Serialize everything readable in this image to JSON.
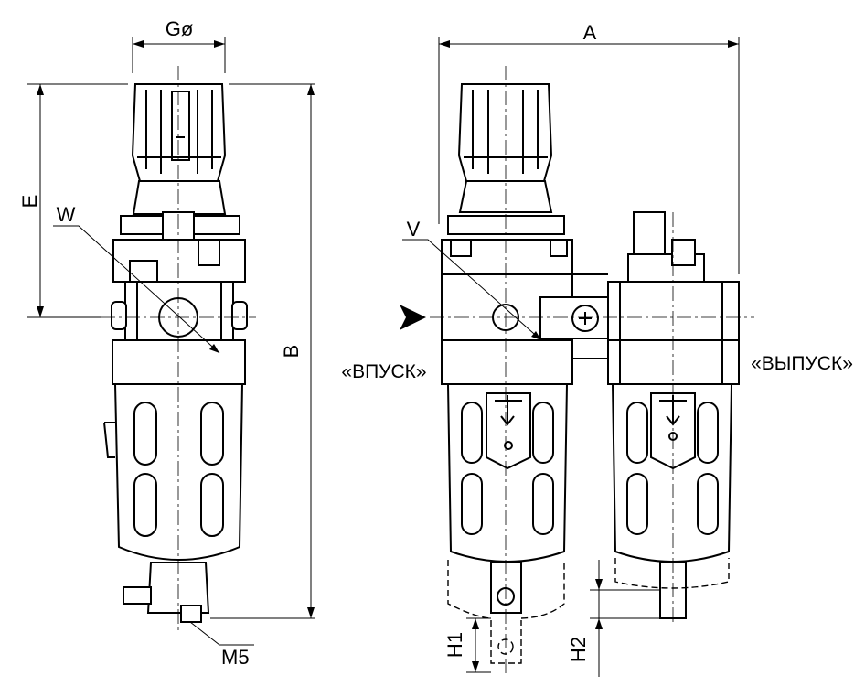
{
  "labels": {
    "g_dia": "Gø",
    "dim_a": "A",
    "dim_b": "B",
    "dim_e": "E",
    "w": "W",
    "v": "V",
    "m5": "M5",
    "inlet": "«ВПУСК»",
    "outlet": "«ВЫПУСК»",
    "h1": "H1",
    "h2": "H2"
  },
  "colors": {
    "line": "#000000",
    "background": "#ffffff"
  }
}
